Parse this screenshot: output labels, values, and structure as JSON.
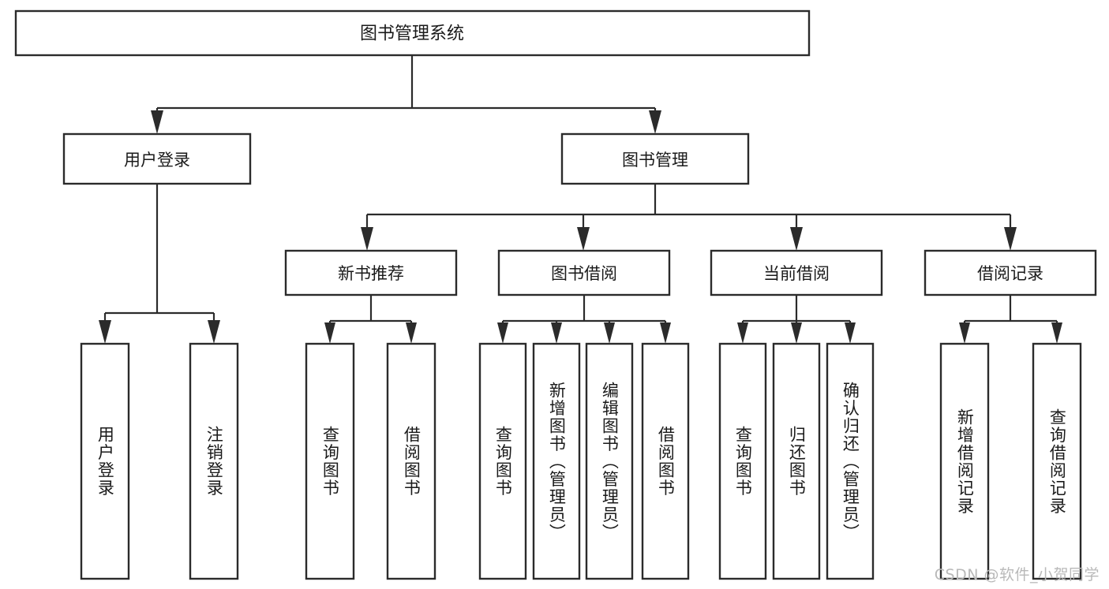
{
  "diagram": {
    "type": "tree",
    "title": "图书管理系统",
    "watermark": "CSDN @软件_小贺同学",
    "colors": {
      "stroke": "#2b2b2b",
      "box_fill": "#ffffff",
      "text": "#1a1a1a",
      "background": "#ffffff",
      "watermark": "#b9b9b9"
    },
    "root": {
      "label": "图书管理系统"
    },
    "level2": [
      {
        "label": "用户登录"
      },
      {
        "label": "图书管理"
      }
    ],
    "level3": [
      {
        "label": "新书推荐"
      },
      {
        "label": "图书借阅"
      },
      {
        "label": "当前借阅"
      },
      {
        "label": "借阅记录"
      }
    ],
    "leaves": [
      {
        "label": "用户登录",
        "parent": "用户登录"
      },
      {
        "label": "注销登录",
        "parent": "用户登录"
      },
      {
        "label": "查询图书",
        "parent": "新书推荐"
      },
      {
        "label": "借阅图书",
        "parent": "新书推荐"
      },
      {
        "label": "查询图书",
        "parent": "图书借阅"
      },
      {
        "label": "新增图书（管理员）",
        "parent": "图书借阅"
      },
      {
        "label": "编辑图书（管理员）",
        "parent": "图书借阅"
      },
      {
        "label": "借阅图书",
        "parent": "图书借阅"
      },
      {
        "label": "查询图书",
        "parent": "当前借阅"
      },
      {
        "label": "归还图书",
        "parent": "当前借阅"
      },
      {
        "label": "确认归还（管理员）",
        "parent": "当前借阅"
      },
      {
        "label": "新增借阅记录",
        "parent": "借阅记录"
      },
      {
        "label": "查询借阅记录",
        "parent": "借阅记录"
      }
    ]
  }
}
